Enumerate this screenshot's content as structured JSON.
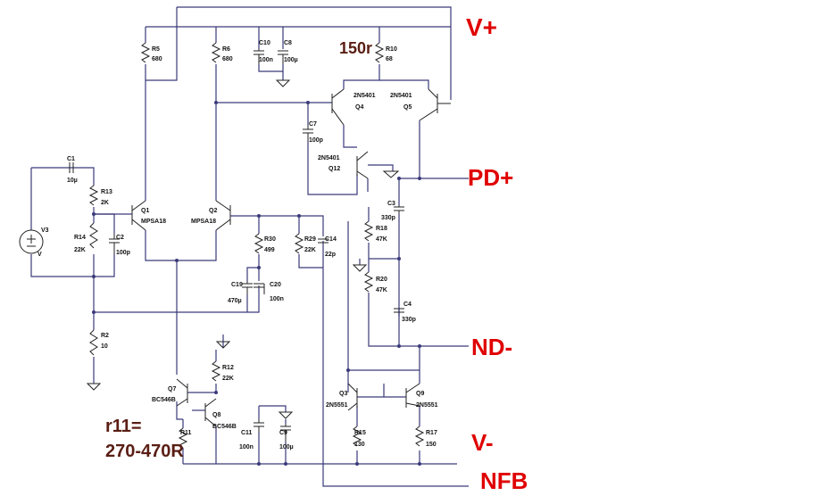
{
  "rails": {
    "vplus": "V+",
    "pdplus": "PD+",
    "ndminus": "ND-",
    "vminus": "V-",
    "nfb": "NFB"
  },
  "annotations": {
    "r10_note": "150r",
    "r11_note_line1": "r11=",
    "r11_note_line2": "270-470R"
  },
  "components": {
    "R5": {
      "name": "R5",
      "value": "680"
    },
    "R6": {
      "name": "R6",
      "value": "680"
    },
    "C10": {
      "name": "C10",
      "value": "100n"
    },
    "C8": {
      "name": "C8",
      "value": "100µ"
    },
    "R10": {
      "name": "R10",
      "value": "68"
    },
    "Q4": {
      "name": "Q4",
      "part": "2N5401"
    },
    "Q5": {
      "name": "Q5",
      "part": "2N5401"
    },
    "C7": {
      "name": "C7",
      "value": "100p"
    },
    "Q12": {
      "name": "Q12",
      "part": "2N5401"
    },
    "C1": {
      "name": "C1",
      "value": "10µ"
    },
    "R13": {
      "name": "R13",
      "value": "2K"
    },
    "R14": {
      "name": "R14",
      "value": "22K"
    },
    "C2": {
      "name": "C2",
      "value": "100p"
    },
    "V3": {
      "name": "V3",
      "value": "V"
    },
    "Q1": {
      "name": "Q1",
      "part": "MPSA18"
    },
    "Q2": {
      "name": "Q2",
      "part": "MPSA18"
    },
    "R30": {
      "name": "R30",
      "value": "499"
    },
    "R29": {
      "name": "R29",
      "value": "22K"
    },
    "C14": {
      "name": "C14",
      "value": "22p"
    },
    "C3": {
      "name": "C3",
      "value": "330p"
    },
    "R18": {
      "name": "R18",
      "value": "47K"
    },
    "R20": {
      "name": "R20",
      "value": "47K"
    },
    "C4": {
      "name": "C4",
      "value": "330p"
    },
    "C19": {
      "name": "C19",
      "value": "470µ"
    },
    "C20": {
      "name": "C20",
      "value": "100n"
    },
    "R2": {
      "name": "R2",
      "value": "10"
    },
    "R12": {
      "name": "R12",
      "value": "22K"
    },
    "Q7": {
      "name": "Q7",
      "part": "BC546B"
    },
    "Q8": {
      "name": "Q8",
      "part": "BC546B"
    },
    "R11": {
      "name": "R11",
      "value": ""
    },
    "C11": {
      "name": "C11",
      "value": "100n"
    },
    "C9": {
      "name": "C9",
      "value": "100µ"
    },
    "Q3": {
      "name": "Q3",
      "part": "2N5551"
    },
    "Q9": {
      "name": "Q9",
      "part": "2N5551"
    },
    "R15": {
      "name": "R15",
      "value": "130"
    },
    "R17": {
      "name": "R17",
      "value": "150"
    }
  }
}
